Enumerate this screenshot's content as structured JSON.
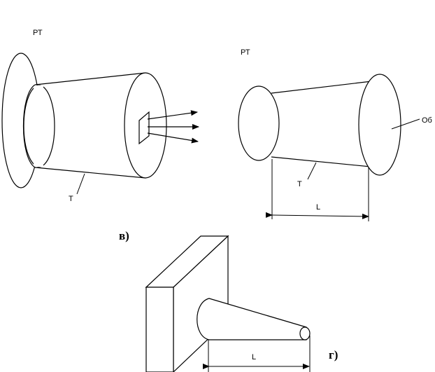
{
  "figure_left": {
    "label_rt": "РТ",
    "label_t": "Т"
  },
  "figure_right": {
    "label_rt": "РТ",
    "label_ob": "Об",
    "label_t": "Т",
    "label_l": "L",
    "caption": "в)"
  },
  "figure_bottom": {
    "label_l": "L",
    "caption": "г)"
  }
}
